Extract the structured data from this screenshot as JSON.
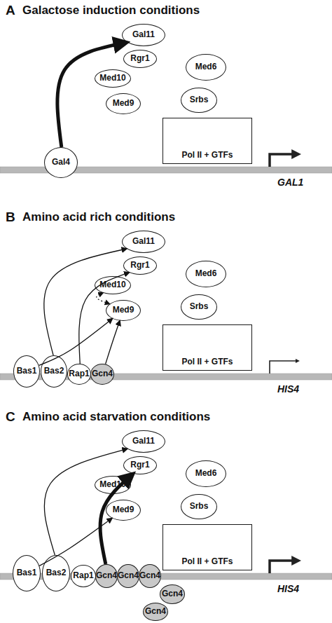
{
  "diagram": {
    "nodes": [
      {
        "text": [
          "Gal11"
        ]
      },
      {
        "text": [
          "Rgr1"
        ]
      },
      {
        "text": [
          "Med10"
        ]
      },
      {
        "text": [
          "Med6"
        ]
      },
      {
        "text": [
          "Med9"
        ]
      },
      {
        "text": [
          "Srbs"
        ]
      },
      {
        "text": [
          "Pol II + GTFs"
        ]
      },
      {
        "text": [
          "Gal4"
        ]
      },
      {
        "text": [
          "Gal11"
        ]
      },
      {
        "text": [
          "Rgr1"
        ]
      },
      {
        "text": [
          "Med10"
        ]
      },
      {
        "text": [
          "Med6"
        ]
      },
      {
        "text": [
          "Med9"
        ]
      },
      {
        "text": [
          "Srbs"
        ]
      },
      {
        "text": [
          "Pol II + GTFs"
        ]
      },
      {
        "text": [
          "Bas1"
        ]
      },
      {
        "text": [
          "Bas2"
        ]
      },
      {
        "text": [
          "Rap1"
        ]
      },
      {
        "text": [
          "Gcn4"
        ]
      },
      {
        "text": [
          "Gal11"
        ]
      },
      {
        "text": [
          "Rgr1"
        ]
      },
      {
        "text": [
          "Med10"
        ]
      },
      {
        "text": [
          "Med6"
        ]
      },
      {
        "text": [
          "Med9"
        ]
      },
      {
        "text": [
          "Srbs"
        ]
      },
      {
        "text": [
          "Pol II + GTFs"
        ]
      },
      {
        "text": [
          "Bas1"
        ]
      },
      {
        "text": [
          "Bas2"
        ]
      },
      {
        "text": [
          "Rap1"
        ]
      },
      {
        "text": [
          "Gcn4"
        ]
      },
      {
        "text": [
          "Gcn4"
        ]
      },
      {
        "text": [
          "Gcn4"
        ]
      },
      {
        "text": [
          "Gcn4"
        ]
      },
      {
        "text": [
          "Gcn4"
        ]
      }
    ],
    "edges": [
      {
        "from": 7,
        "to": 0,
        "arrow": "to"
      },
      {
        "from": 16,
        "to": 8,
        "arrow": "to"
      },
      {
        "from": 17,
        "to": 9,
        "arrow": "to"
      },
      {
        "from": 10,
        "to": 12,
        "arrow": "both"
      },
      {
        "from": 18,
        "to": 12,
        "arrow": "to"
      },
      {
        "from": 15,
        "to": 12,
        "arrow": "to"
      },
      {
        "from": 27,
        "to": 19,
        "arrow": "to"
      },
      {
        "from": 29,
        "to": 20,
        "arrow": "to"
      },
      {
        "from": 26,
        "to": 23,
        "arrow": "to"
      }
    ],
    "labels": [
      "A",
      "Galactose induction conditions",
      "GAL1",
      "B",
      "Amino acid rich conditions",
      "HIS4",
      "C",
      "Amino acid starvation conditions",
      "HIS4"
    ]
  }
}
